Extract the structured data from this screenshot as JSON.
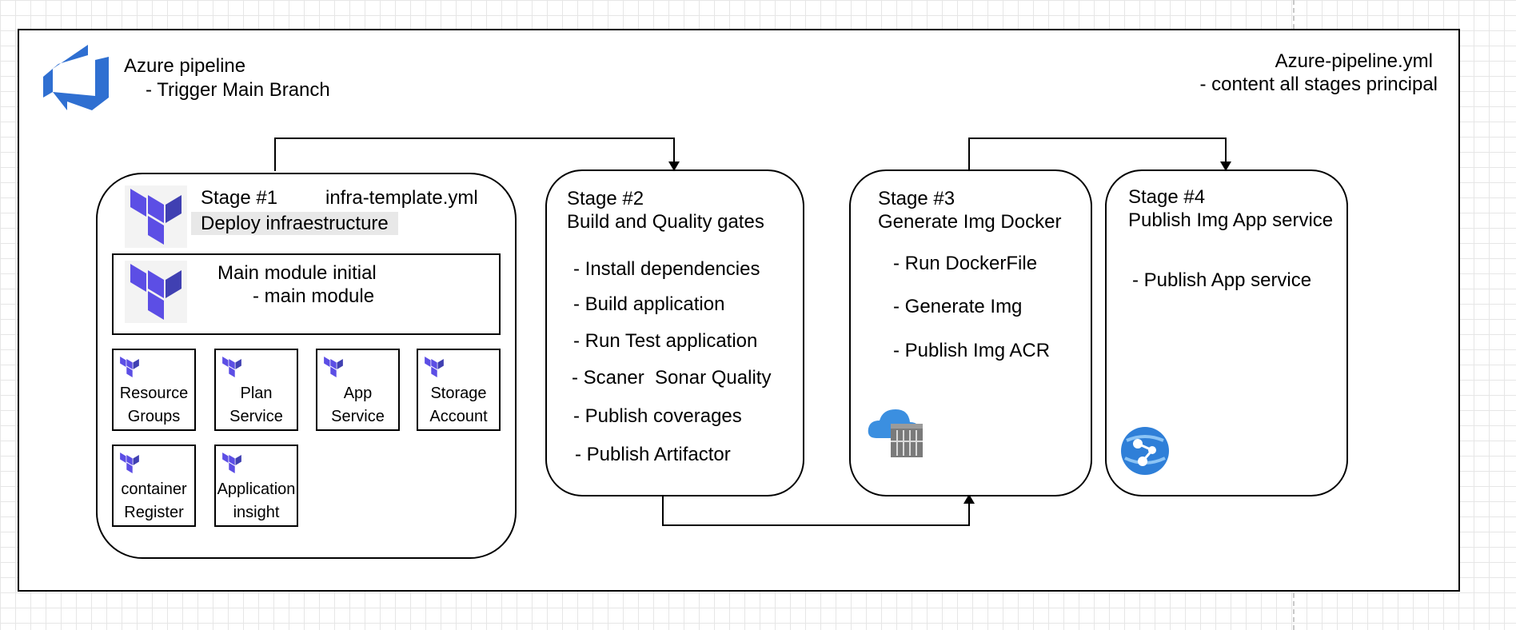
{
  "pipeline": {
    "title": "Azure pipeline",
    "trigger": "- Trigger Main Branch",
    "file": "Azure-pipeline.yml",
    "file_desc": "- content all stages principal",
    "logo_icon": "azure-devops-icon",
    "accent_color": "#2f6fd1"
  },
  "stage1": {
    "label": "Stage #1",
    "file": "infra-template.yml",
    "subtitle": "Deploy infraestructure",
    "icon": "terraform-icon",
    "icon_color": "#5c4ee5",
    "main_module": {
      "title": "Main module initial",
      "subtitle": "- main module"
    },
    "modules": [
      {
        "line1": "Resource",
        "line2": "Groups"
      },
      {
        "line1": "Plan",
        "line2": "Service"
      },
      {
        "line1": "App",
        "line2": "Service"
      },
      {
        "line1": "Storage",
        "line2": "Account"
      },
      {
        "line1": "container",
        "line2": "Register"
      },
      {
        "line1": "Application",
        "line2": "insight"
      }
    ]
  },
  "stage2": {
    "label": "Stage #2",
    "title": "Build and Quality gates",
    "steps": [
      "- Install dependencies",
      "- Build application",
      "- Run Test application",
      "- Scaner  Sonar Quality",
      "- Publish coverages",
      "- Publish Artifactor"
    ]
  },
  "stage3": {
    "label": "Stage #3",
    "title": "Generate Img Docker",
    "steps": [
      "- Run DockerFile",
      "- Generate Img",
      "- Publish Img ACR"
    ],
    "icon": "container-registry-icon"
  },
  "stage4": {
    "label": "Stage #4",
    "title": "Publish Img App service",
    "steps": [
      "- Publish App service"
    ],
    "icon": "app-service-icon"
  }
}
